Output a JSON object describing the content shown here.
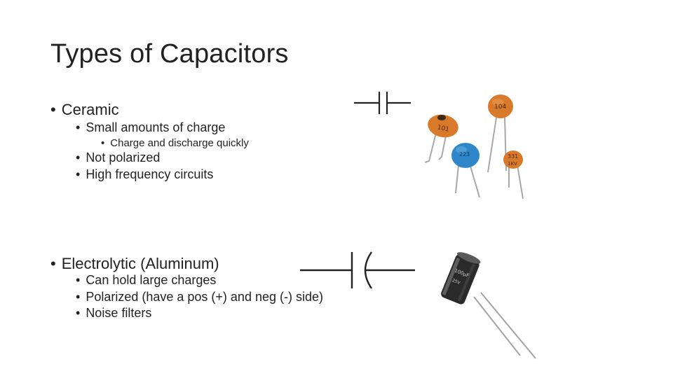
{
  "slide": {
    "title": "Types of Capacitors",
    "ceramic": {
      "heading": "Ceramic",
      "points": [
        "Small amounts of charge",
        "Not polarized",
        "High frequency circuits"
      ],
      "subpoint": "Charge and discharge quickly"
    },
    "electrolytic": {
      "heading": "Electrolytic (Aluminum)",
      "points": [
        "Can hold large charges",
        "Polarized (have a pos (+) and neg (-) side)",
        "Noise filters"
      ]
    },
    "images": {
      "ceramic_labels": [
        "104",
        "101",
        "223",
        "331"
      ],
      "ceramic_volt_label": "1KV"
    },
    "colors": {
      "ceramic_orange": "#d97a2b",
      "ceramic_blue": "#2f86c8",
      "electrolytic_body": "#2a2a2a",
      "lead": "#9a9a9a"
    }
  }
}
